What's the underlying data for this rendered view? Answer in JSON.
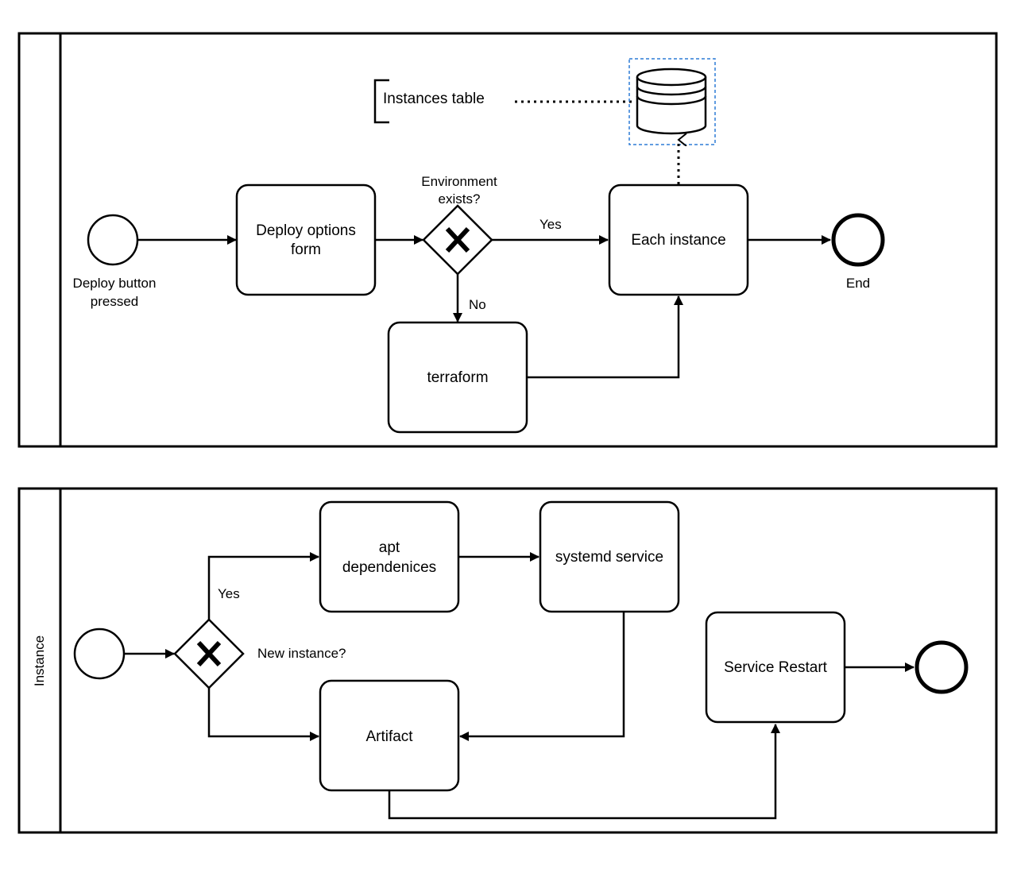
{
  "pool_top": {
    "lane_label": "",
    "start_event_label": [
      "Deploy button",
      "pressed"
    ],
    "task_deploy_form": [
      "Deploy options",
      "form"
    ],
    "gateway_label": [
      "Environment",
      "exists?"
    ],
    "flow_yes": "Yes",
    "flow_no": "No",
    "task_each_instance": "Each instance",
    "task_terraform": "terraform",
    "end_event_label": "End",
    "data_store_annotation": "Instances table"
  },
  "pool_bottom": {
    "lane_label": "Instance",
    "gateway_label": "New instance?",
    "flow_yes": "Yes",
    "task_apt": [
      "apt",
      "dependenices"
    ],
    "task_systemd": "systemd service",
    "task_artifact": "Artifact",
    "task_restart": "Service Restart"
  },
  "colors": {
    "stroke": "#000000",
    "selection": "#2d7bd6"
  }
}
